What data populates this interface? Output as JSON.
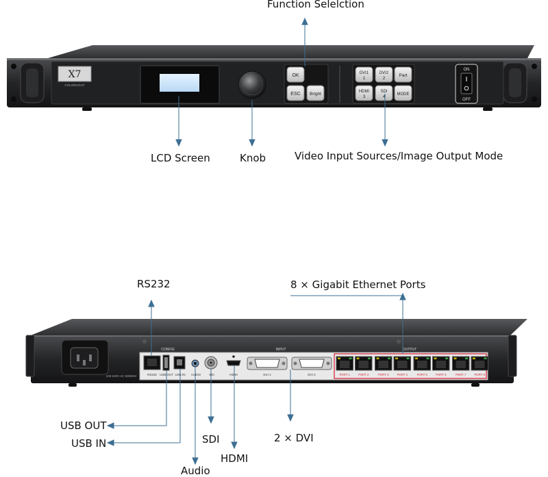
{
  "front": {
    "brand": "X7",
    "brand_sub": "COLORLIGHT",
    "buttons": {
      "ok": "OK",
      "esc": "ESC",
      "bright": "Bright",
      "dvi1_a": "DVI1",
      "dvi1_b": "1",
      "dvi2_a": "DVI2",
      "dvi2_b": "2",
      "part": "Part",
      "hdmi_a": "HDMI",
      "hdmi_b": "3",
      "sdi_a": "SDI",
      "sdi_b": "4",
      "mode": "MODE"
    },
    "power_on": "ON",
    "power_off": "OFF",
    "callouts": {
      "function": "Function Selelction",
      "lcd": "LCD Screen",
      "knob": "Knob",
      "video": "Video Input Sources/Image Output Mode"
    }
  },
  "rear": {
    "power_label": "100-240V AC 50/60Hz",
    "sections": {
      "config": "CONFIG",
      "input": "INPUT",
      "output": "OUTPUT"
    },
    "ports": {
      "rs232": "RS232",
      "usb_out": "USB OUT",
      "usb_in": "USB IN",
      "audio": "AUDIO",
      "sdi": "SDI",
      "hdmi": "HDMI",
      "dvi1": "DVI 1",
      "dvi2": "DVI 2"
    },
    "eth_ports": [
      "PORT 1",
      "PORT 2",
      "PORT 3",
      "PORT 4",
      "PORT 5",
      "PORT 6",
      "PORT 7",
      "PORT 8"
    ],
    "callouts": {
      "rs232": "RS232",
      "ethernet": "8 × Gigabit Ethernet Ports",
      "usb_out": "USB OUT",
      "usb_in": "USB IN",
      "sdi": "SDI",
      "dvi": "2 × DVI",
      "hdmi": "HDMI",
      "audio": "Audio"
    }
  },
  "colors": {
    "chassis": "#2b2c2e",
    "leader": "#3d6f93",
    "lcd": "#cfe6ff",
    "port_outline": "#d8283a"
  }
}
